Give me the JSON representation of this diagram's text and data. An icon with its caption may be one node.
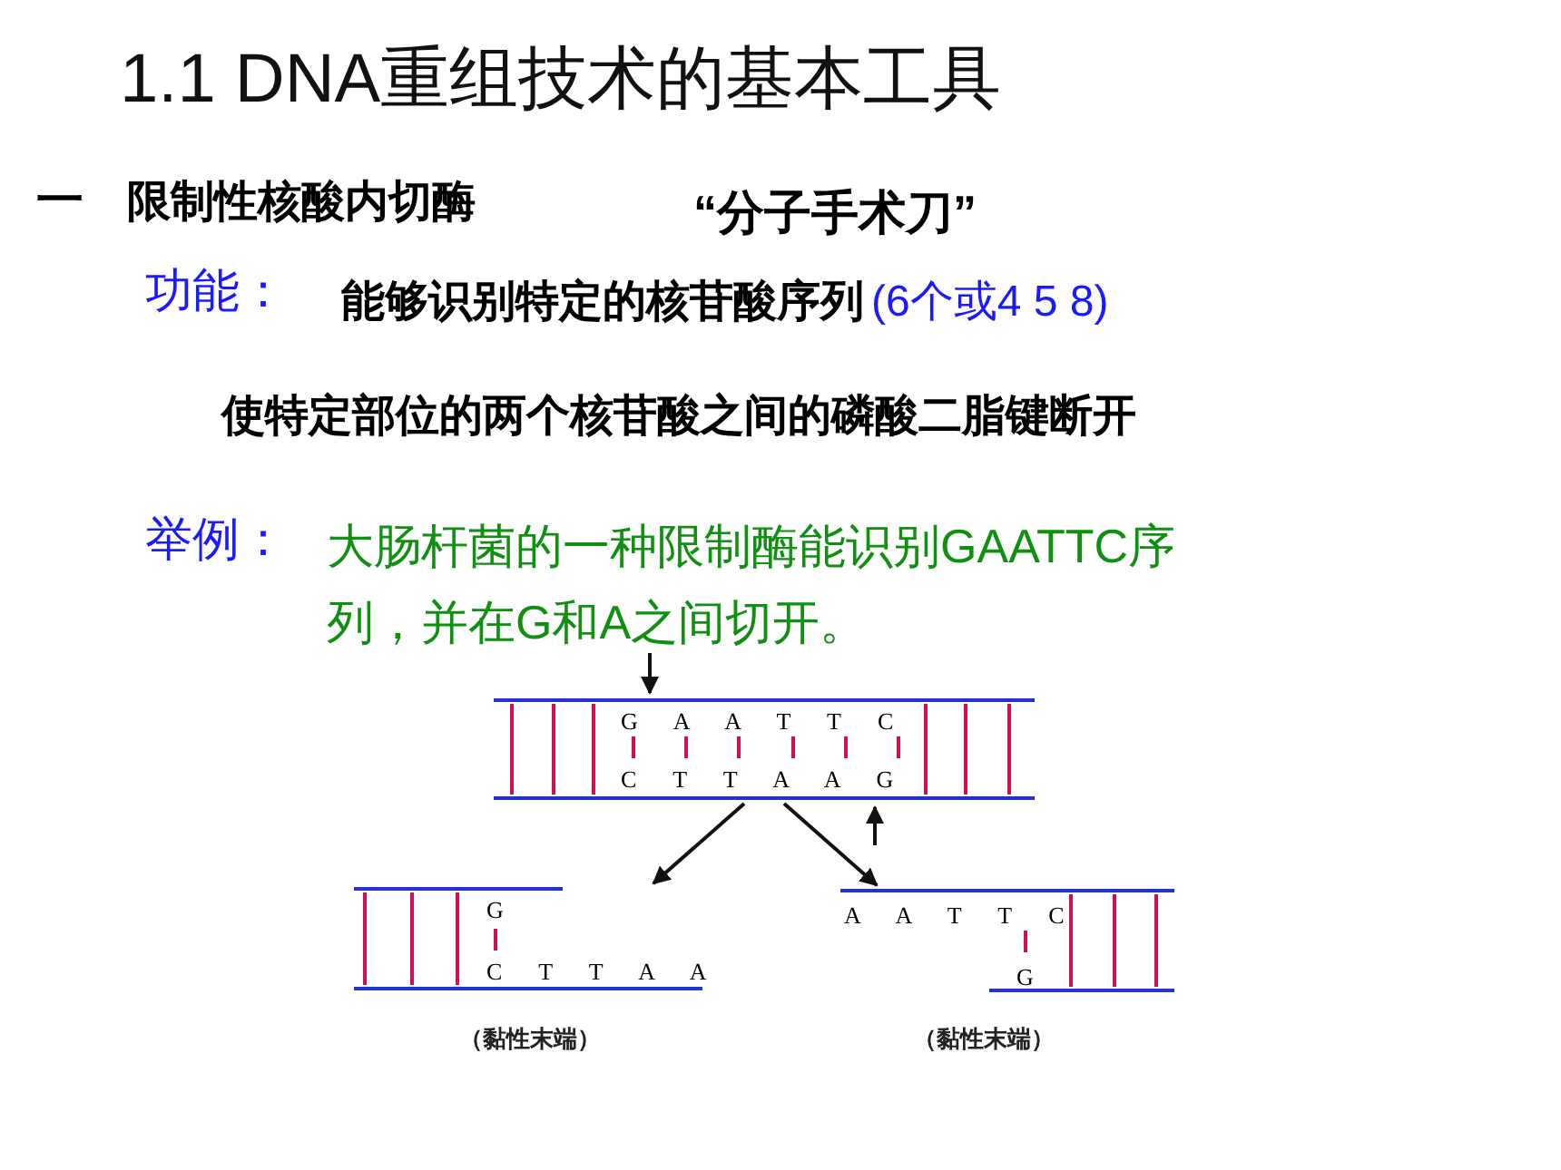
{
  "diagram": {
    "title": "1.1 DNA重组技术的基本工具",
    "nodes": [
      {
        "text": [
          "G A A T T C",
          "C T T A A G"
        ]
      },
      {
        "text": [
          "G",
          "C T T A A"
        ],
        "beside": [
          "（黏性末端）"
        ]
      },
      {
        "text": [
          "A A T T C",
          "G"
        ],
        "beside": [
          "（黏性末端）"
        ]
      }
    ],
    "edges": [
      {
        "from": 0,
        "to": 1,
        "arrow": "to"
      },
      {
        "from": 0,
        "to": 2,
        "arrow": "to"
      }
    ],
    "labels": [
      "一",
      "限制性核酸内切酶",
      "“分子手术刀”",
      "功能：",
      "能够识别特定的核苷酸序列",
      "(6个或4 5 8)",
      "使特定部位的两个核苷酸之间的磷酸二脂键断开",
      "举例：",
      "大肠杆菌的一种限制酶能识别GAATTC序列，并在G和A之间切开。"
    ]
  }
}
